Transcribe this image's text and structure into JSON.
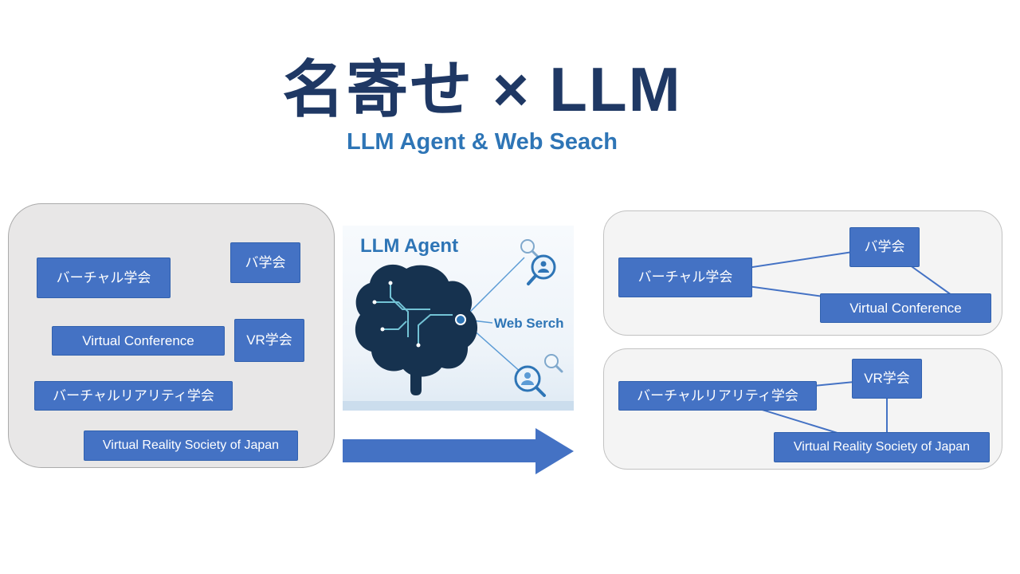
{
  "slide": {
    "title": "名寄せ × LLM",
    "subtitle": "LLM Agent & Web Seach"
  },
  "left_panel": {
    "labels": [
      "バーチャル学会",
      "バ学会",
      "Virtual Conference",
      "VR学会",
      "バーチャルリアリティ学会",
      "Virtual Reality Society of Japan"
    ]
  },
  "center": {
    "agent_label": "LLM Agent",
    "web_search_label": "Web Serch"
  },
  "right": {
    "group1": {
      "root": "バーチャル学会",
      "child1": "バ学会",
      "child2": "Virtual Conference"
    },
    "group2": {
      "root": "バーチャルリアリティ学会",
      "child1": "VR学会",
      "child2": "Virtual Reality Society of Japan"
    }
  },
  "colors": {
    "title_navy": "#1F3864",
    "accent_blue": "#2E75B6",
    "label_blue": "#4472C4",
    "panel_gray": "#E8E7E7",
    "arrow_blue": "#4472C4"
  }
}
